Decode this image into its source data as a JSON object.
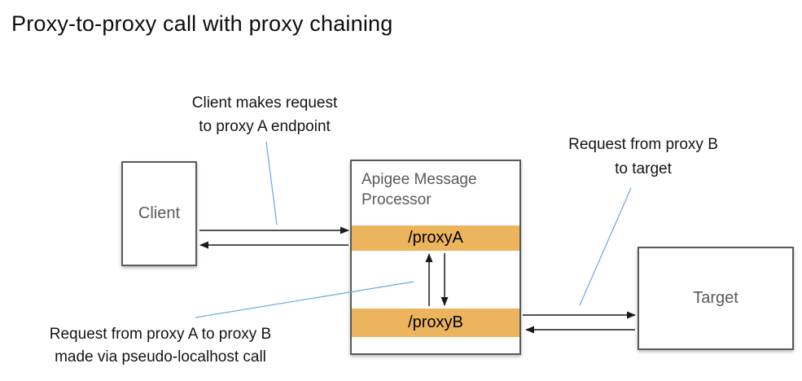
{
  "title": "Proxy-to-proxy call with proxy chaining",
  "annotations": {
    "client_request": "Client makes request\nto proxy A endpoint",
    "proxy_b_to_target": "Request from proxy B\nto target",
    "proxy_a_to_proxy_b": "Request from proxy A to proxy B\nmade via pseudo-localhost call"
  },
  "nodes": {
    "client": {
      "label": "Client"
    },
    "processor": {
      "label": "Apigee Message\nProcessor",
      "endpoints": [
        {
          "label": "/proxyA"
        },
        {
          "label": "/proxyB"
        }
      ]
    },
    "target": {
      "label": "Target"
    }
  },
  "colors": {
    "endpoint_bar": "#ECB45C",
    "leader_line": "#6CA6DD",
    "box_border": "#595959",
    "muted_text": "#595959",
    "arrow": "#1A1A1A",
    "title_text": "#0D0D0D"
  }
}
